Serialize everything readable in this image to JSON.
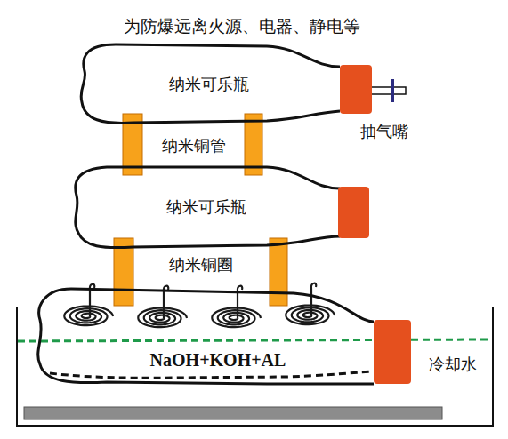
{
  "diagram": {
    "title": "为防爆远离火源、电器、静电等",
    "nodes": [
      {
        "text": [
          "纳米可乐瓶"
        ]
      },
      {
        "text": [
          "纳米可乐瓶"
        ]
      },
      {
        "text": [
          "冷却水"
        ]
      },
      {
        "text": [
          "NaOH+KOH+AL"
        ],
        "in": 2
      }
    ],
    "edges": [
      {
        "from": 0,
        "to": 1,
        "label": "纳米铜管",
        "arrow": "none"
      },
      {
        "from": 1,
        "to": 3,
        "label": "纳米铜圈",
        "arrow": "none"
      }
    ],
    "labels": [
      "抽气嘴"
    ]
  }
}
